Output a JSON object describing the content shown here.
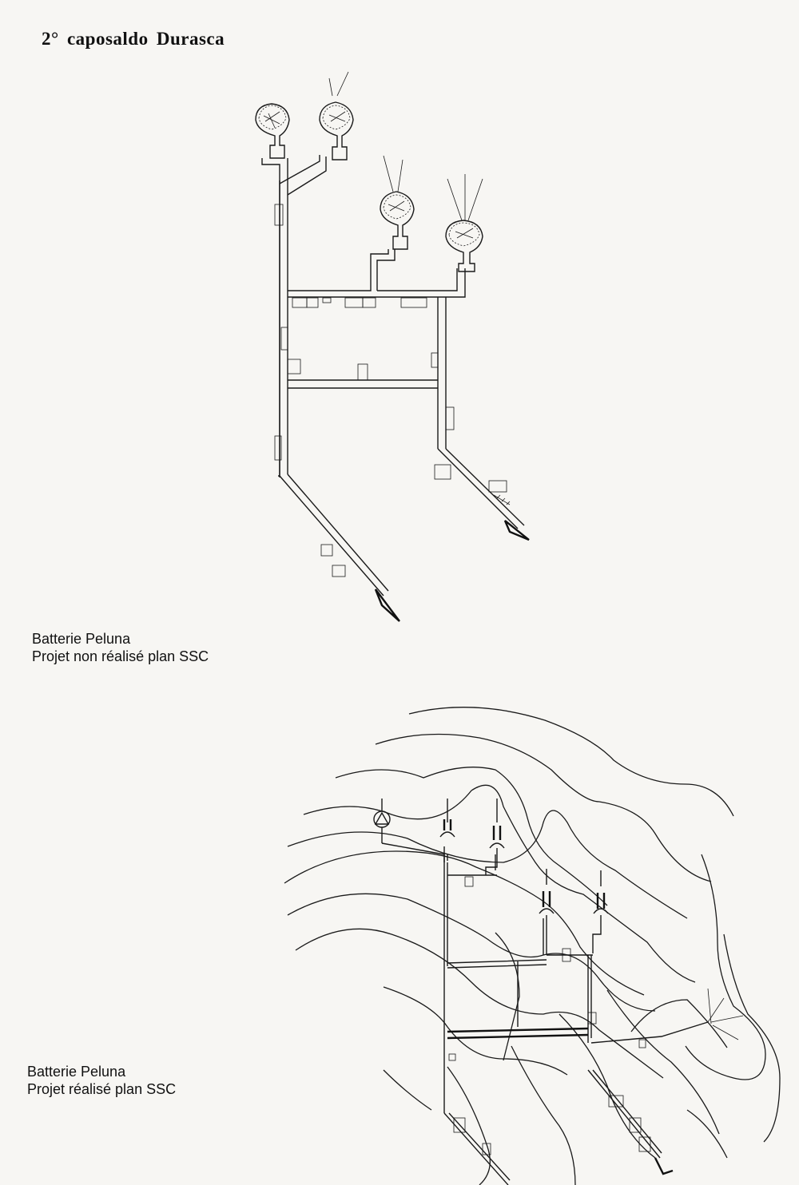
{
  "title": "2° caposaldo Durasca",
  "captions": {
    "plan_unbuilt": [
      "Batterie Peluna",
      "Projet non réalisé plan SSC"
    ],
    "plan_built": [
      "Batterie Peluna",
      "Projet réalisé plan SSC"
    ]
  },
  "colors": {
    "paper": "#f7f6f3",
    "ink": "#1a1a1a"
  }
}
